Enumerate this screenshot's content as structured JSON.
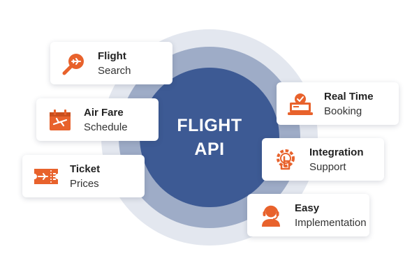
{
  "center": {
    "line1": "FLIGHT",
    "line2": "API"
  },
  "colors": {
    "accent": "#e8622c",
    "core": "#3d5a94",
    "mid_ring": "#9eacc7",
    "outer_ring": "#e3e7ef"
  },
  "features": [
    {
      "title": "Flight",
      "subtitle": "Search",
      "icon": "plane-search-icon"
    },
    {
      "title": "Air Fare",
      "subtitle": "Schedule",
      "icon": "calendar-plane-icon"
    },
    {
      "title": "Ticket",
      "subtitle": "Prices",
      "icon": "ticket-icon"
    },
    {
      "title": "Real Time",
      "subtitle": "Booking",
      "icon": "laptop-check-icon"
    },
    {
      "title": "Integration",
      "subtitle": "Support",
      "icon": "gear-hand-icon"
    },
    {
      "title": "Easy",
      "subtitle": "Implementation",
      "icon": "headset-agent-icon"
    }
  ]
}
